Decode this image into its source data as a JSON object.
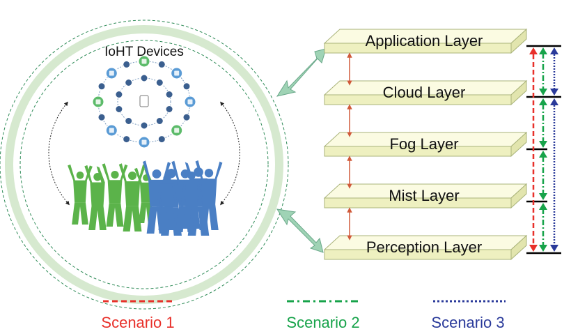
{
  "ioht_title": "IoHT Devices",
  "layers": [
    {
      "label": "Application Layer"
    },
    {
      "label": "Cloud Layer"
    },
    {
      "label": "Fog Layer"
    },
    {
      "label": "Mist Layer"
    },
    {
      "label": "Perception Layer"
    }
  ],
  "scenarios": [
    {
      "label": "Scenario 1",
      "color": "#e8302a",
      "style": "dashed"
    },
    {
      "label": "Scenario 2",
      "color": "#17a34a",
      "style": "dash-dot"
    },
    {
      "label": "Scenario 3",
      "color": "#2a3a9a",
      "style": "dotted"
    }
  ],
  "colors": {
    "ring": "#d6e9cf",
    "ring_dash": "#2e8b57",
    "slab_top": "#fbfbe2",
    "slab_side": "#eef0c0",
    "slab_edge": "#a9b37a",
    "updown_arrow": "#d05a3a",
    "big_arrow": "#9fd3b5",
    "people_green": "#5bb34a",
    "people_blue": "#4a7fc4",
    "node_green": "#5cbb6a",
    "node_blue": "#5a9bd5"
  }
}
